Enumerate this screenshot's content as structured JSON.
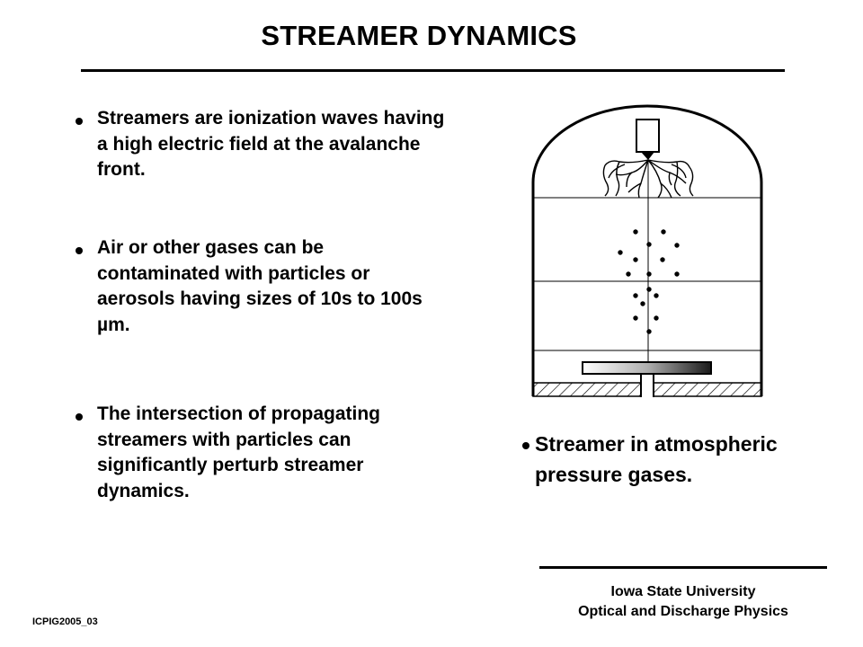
{
  "slide": {
    "title": "STREAMER DYNAMICS",
    "bullets": [
      "Streamers are ionization waves having a high electric field at the avalanche front.",
      "Air or other gases can be contaminated with particles or aerosols having sizes of 10s to 100s µm.",
      "The intersection of propagating streamers with particles can significantly perturb streamer dynamics."
    ],
    "caption": "Streamer in atmospheric pressure gases.",
    "footer": {
      "line1": "Iowa State University",
      "line2": "Optical and Discharge Physics"
    },
    "code": "ICPIG2005_03"
  }
}
